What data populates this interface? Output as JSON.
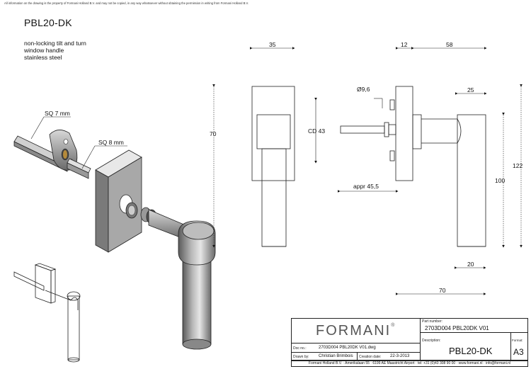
{
  "notice": "All information on the drawing is the property of Formani Holland B.V. and may not be copied, in any way whatsoever without obtaining the permission in writing from Formani Holland B.V.",
  "product": {
    "code": "PBL20-DK",
    "description_lines": [
      "non-locking tilt and turn",
      "window handle",
      "stainless steel"
    ]
  },
  "callouts": {
    "sq7": "SQ 7 mm",
    "sq8": "SQ 8 mm"
  },
  "dimensions": {
    "front_width": "35",
    "front_height": "70",
    "cd": "CD 43",
    "rose_depth": "12",
    "handle_depth": "58",
    "spindle_dia": "Ø9,6",
    "grip_width": "25",
    "overall_height": "122",
    "lever_height": "100",
    "appr": "appr 45,5",
    "bottom_width": "20",
    "lever_length": "70"
  },
  "title_block": {
    "brand": "FORMANI",
    "brand_mark": "®",
    "part_number_label": "Part number:",
    "part_number": "2703D004 PBL20DK V01",
    "description_label": "Description:",
    "description": "PBL20-DK",
    "format_label": "Format:",
    "format": "A3",
    "doc_no_label": "Doc no.:",
    "doc_no": "2703D004 PBL20DK V01.dwg",
    "drawn_by_label": "Drawn by:",
    "drawn_by": "Christian Brimbois",
    "creation_date_label": "Creation date:",
    "creation_date": "22-3-2013",
    "footer": "Formani Holland B.V. · Amerikalaan 55 · 6199 AE Maastricht Airport · tel: +31 (0)43 308 90 00 · www.formani.nl · info@formani.nl"
  }
}
